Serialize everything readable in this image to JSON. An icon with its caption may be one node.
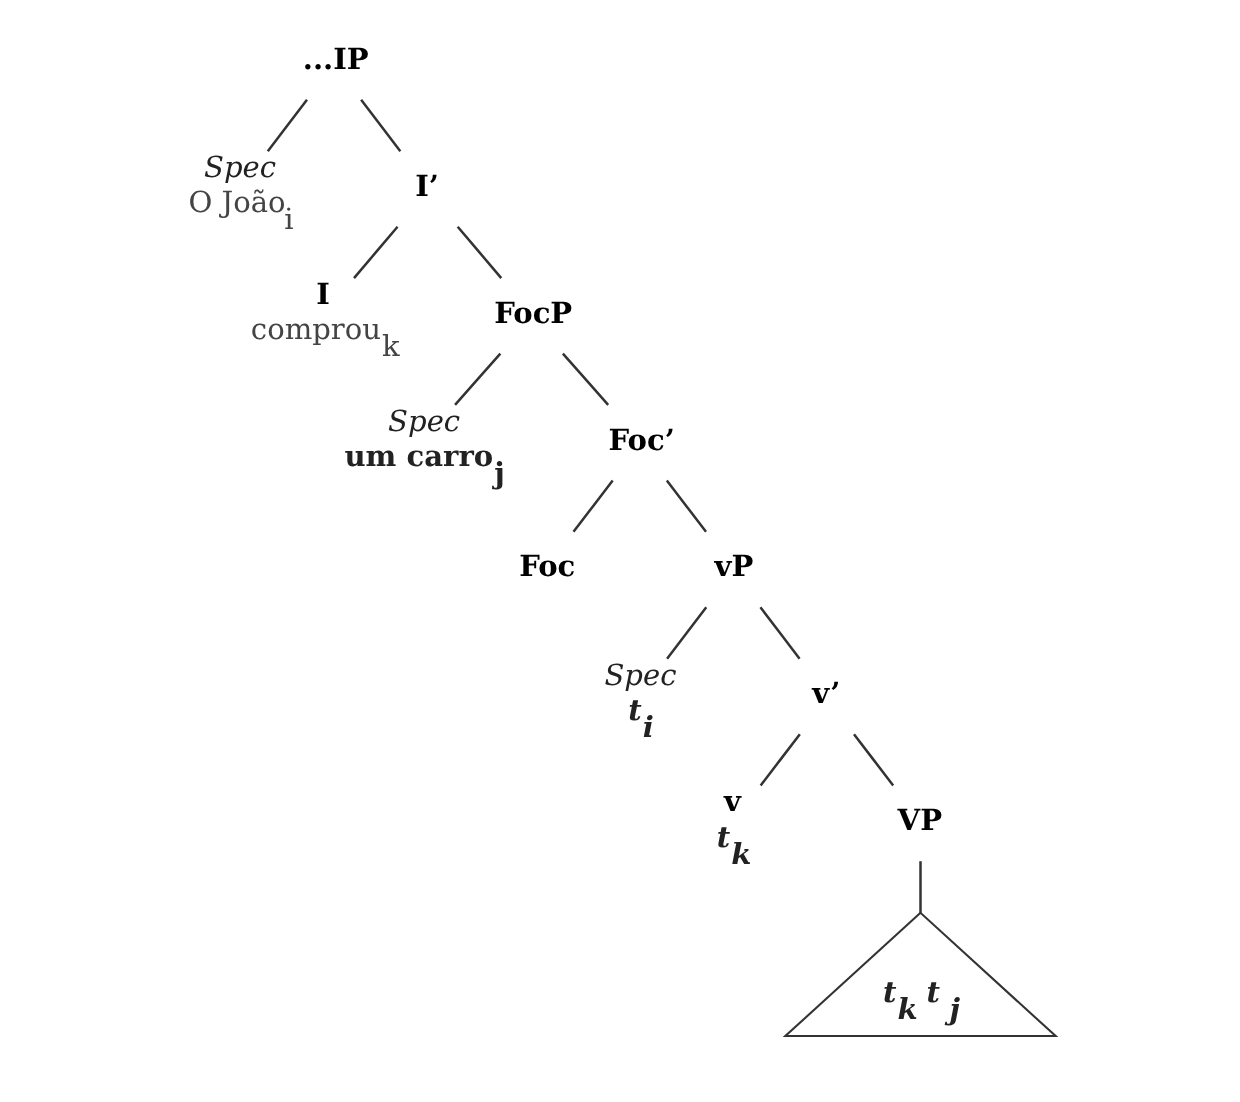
{
  "diagram": {
    "nodes": [
      {
        "text": [
          "...IP"
        ]
      },
      {
        "text": [
          "Spec",
          "O João$_{i}$"
        ]
      },
      {
        "text": [
          "I’"
        ]
      },
      {
        "text": [
          "I",
          "comprou$_{k}$"
        ]
      },
      {
        "text": [
          "FocP"
        ]
      },
      {
        "text": [
          "Spec",
          "um carro$_{j}$"
        ]
      },
      {
        "text": [
          "Foc’"
        ]
      },
      {
        "text": [
          "Foc"
        ]
      },
      {
        "text": [
          "vP"
        ]
      },
      {
        "text": [
          "Spec",
          "t$_{i}$"
        ]
      },
      {
        "text": [
          "v’"
        ]
      },
      {
        "text": [
          "v",
          "t$_{k}$"
        ]
      },
      {
        "text": [
          "VP"
        ]
      },
      {
        "text": [
          "t$_{k}$  t$_{j}$"
        ]
      }
    ],
    "edges": [
      {
        "from": 0,
        "to": 1,
        "arrow": "none"
      },
      {
        "from": 0,
        "to": 2,
        "arrow": "none"
      },
      {
        "from": 2,
        "to": 3,
        "arrow": "none"
      },
      {
        "from": 2,
        "to": 4,
        "arrow": "none"
      },
      {
        "from": 4,
        "to": 5,
        "arrow": "none"
      },
      {
        "from": 4,
        "to": 6,
        "arrow": "none"
      },
      {
        "from": 6,
        "to": 7,
        "arrow": "none"
      },
      {
        "from": 6,
        "to": 8,
        "arrow": "none"
      },
      {
        "from": 8,
        "to": 9,
        "arrow": "none"
      },
      {
        "from": 8,
        "to": 10,
        "arrow": "none"
      },
      {
        "from": 10,
        "to": 11,
        "arrow": "none"
      },
      {
        "from": 10,
        "to": 12,
        "arrow": "none"
      },
      {
        "from": 12,
        "to": 13,
        "arrow": "none"
      }
    ]
  }
}
